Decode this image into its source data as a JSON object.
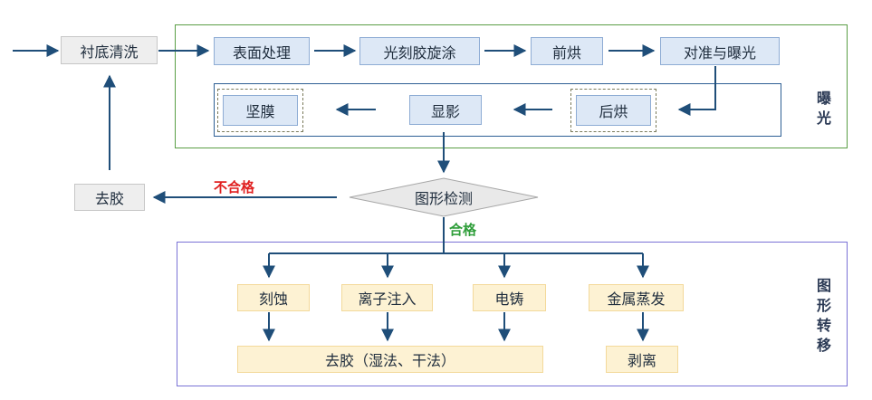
{
  "colors": {
    "arrow": "#1f4e79",
    "exposure_border": "#5a9e45",
    "transfer_border": "#7a72d6",
    "fail": "#e02020",
    "pass": "#2f9e3a"
  },
  "nodes": {
    "substrate_clean": "衬底清洗",
    "surface_treat": "表面处理",
    "photoresist_coat": "光刻胶旋涂",
    "prebake": "前烘",
    "align_expose": "对准与曝光",
    "hard_bake": "坚膜",
    "develop": "显影",
    "post_bake": "后烘",
    "strip_resist": "去胶",
    "inspect": "图形检测",
    "etch": "刻蚀",
    "ion_implant": "离子注入",
    "electroplate": "电铸",
    "metal_evap": "金属蒸发",
    "strip_wet_dry": "去胶（湿法、干法）",
    "lift_off": "剥离"
  },
  "labels": {
    "fail": "不合格",
    "pass": "合格",
    "exposure": [
      "曝",
      "光"
    ],
    "transfer": [
      "图",
      "形",
      "转",
      "移"
    ]
  }
}
